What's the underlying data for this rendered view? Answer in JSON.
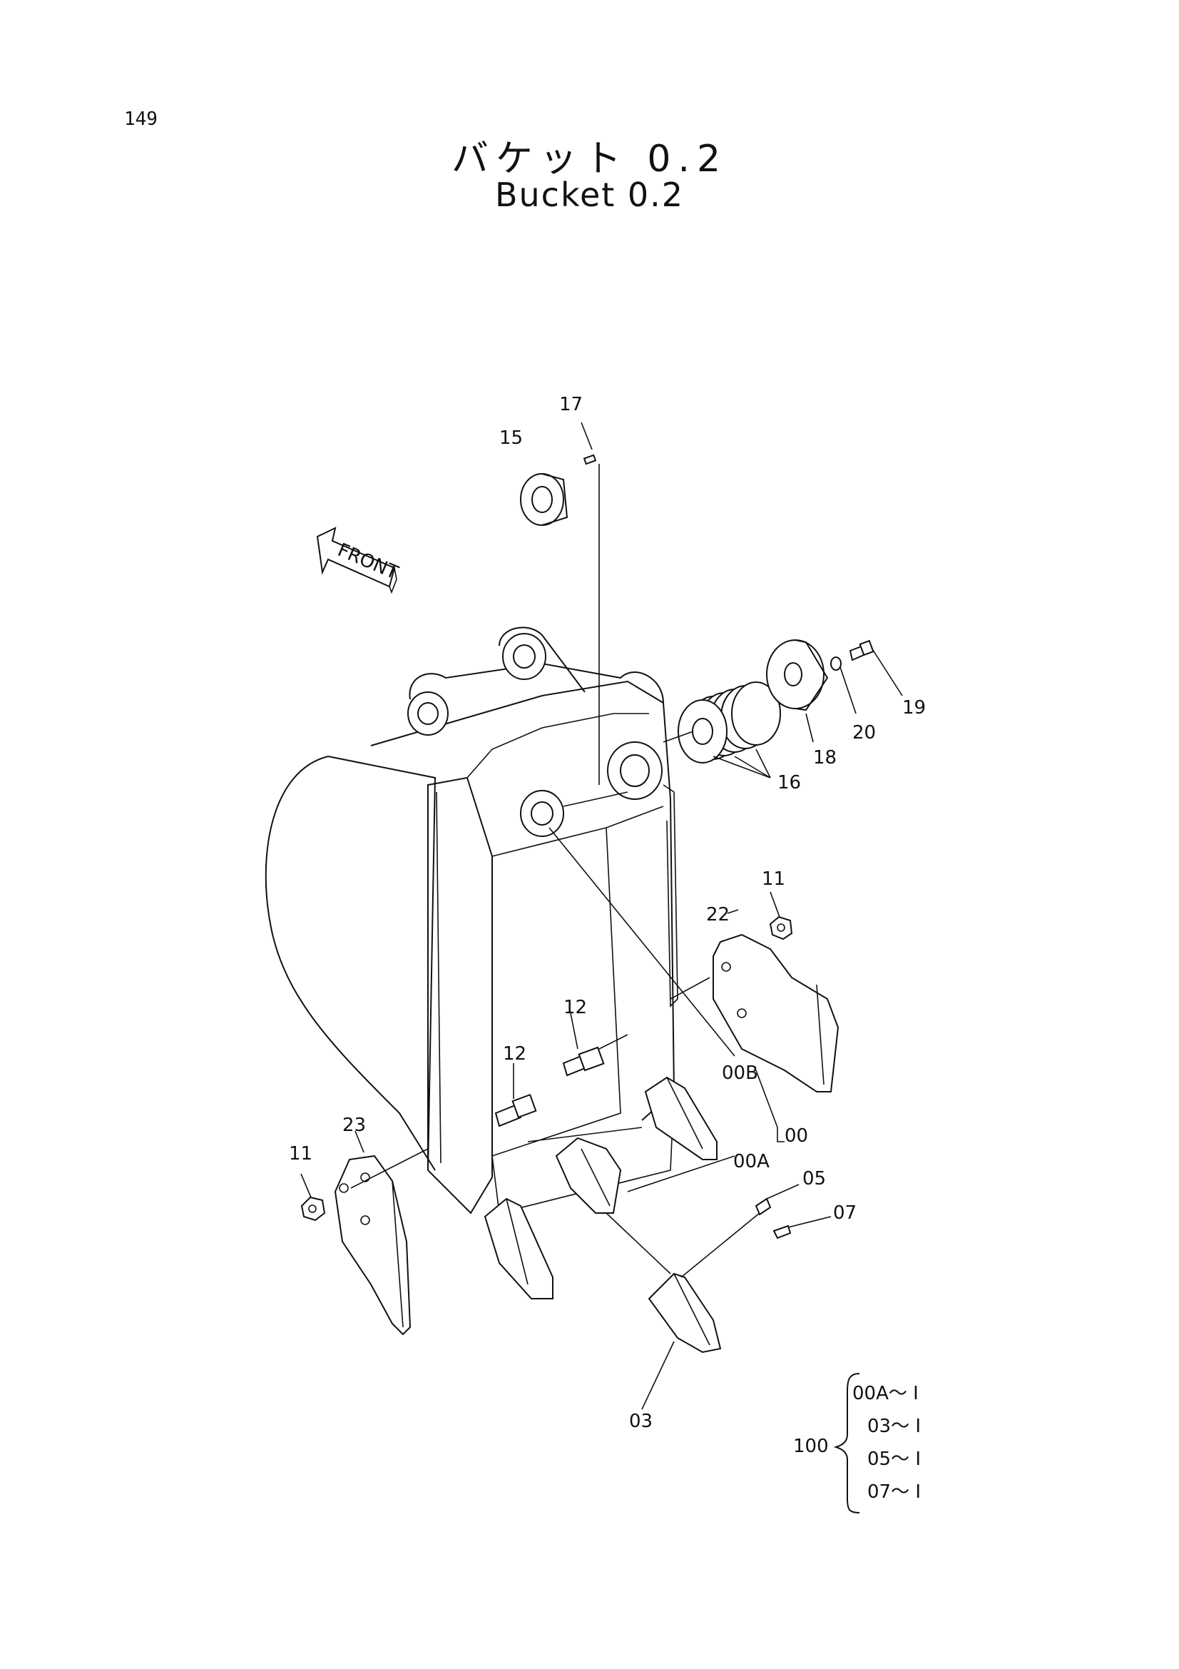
{
  "page_number": "149",
  "title_ja": "バケット 0.2",
  "title_en": "Bucket 0.2",
  "front_label": "FRONT",
  "callouts": {
    "c17": "17",
    "c15": "15",
    "c19": "19",
    "c20": "20",
    "c18": "18",
    "c16": "16",
    "c11a": "11",
    "c22": "22",
    "c12a": "12",
    "c12b": "12",
    "c00B": "00B",
    "c23": "23",
    "c11b": "11",
    "c00": "00",
    "c00A": "00A",
    "c05": "05",
    "c07": "07",
    "c03": "03"
  },
  "kit": {
    "group": "100",
    "items": [
      "00A～ I",
      "03～ I",
      "05～ I",
      "07～ I"
    ]
  }
}
